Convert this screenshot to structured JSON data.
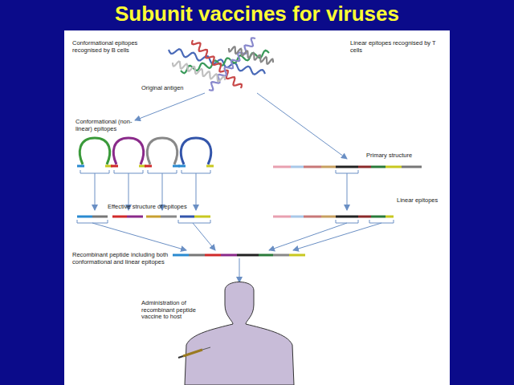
{
  "diagram": {
    "title": "Subunit vaccines for viruses",
    "labels": [
      "Conformational epitopes recognised by B cells",
      "Linear epitopes recognised by T cells",
      "Original antigen",
      "Conformational (non-linear) epitopes",
      "Primary structure",
      "Effective structure of epitopes",
      "Linear epitopes",
      "Recombinant peptide including both conformational and linear epitopes",
      "Administration of recombinant peptide vaccine to host"
    ]
  }
}
